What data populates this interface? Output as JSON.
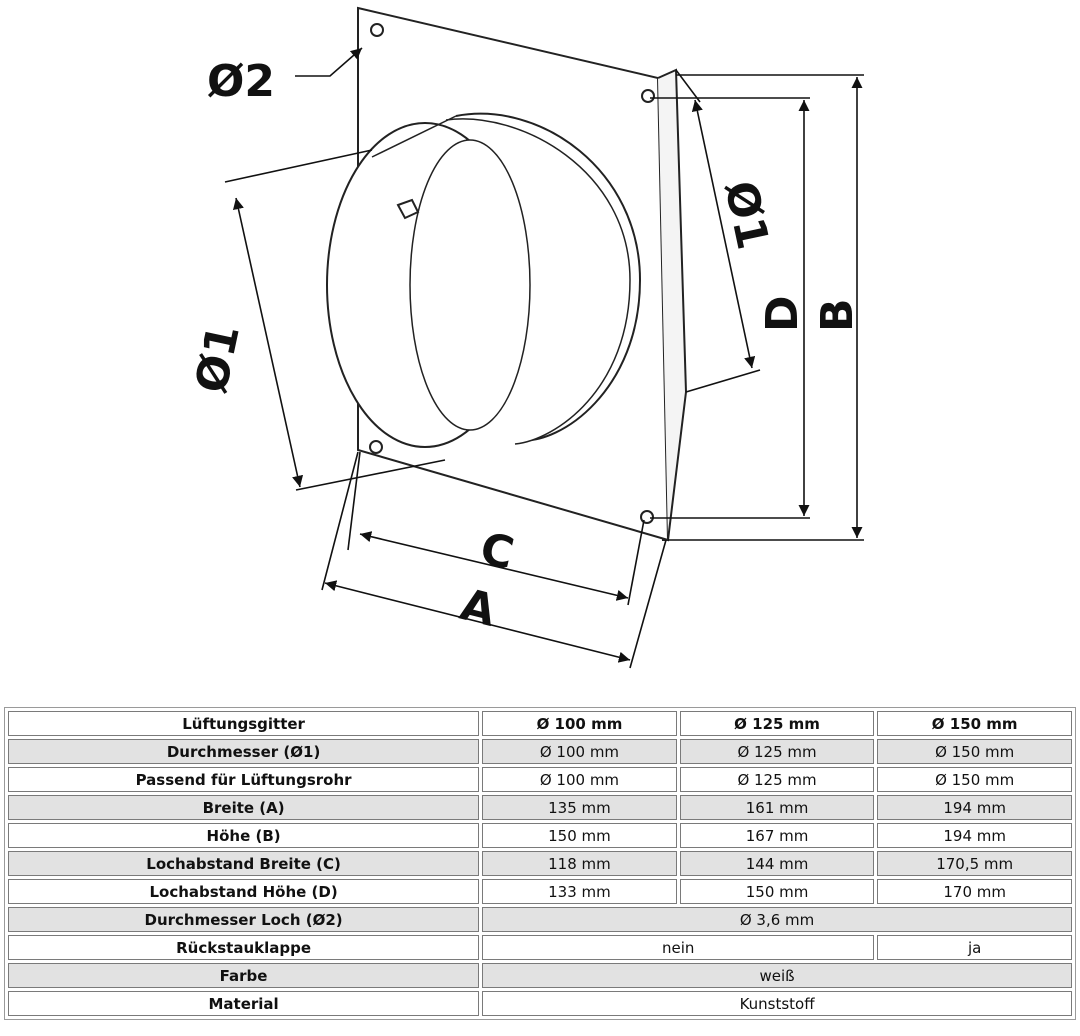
{
  "drawing": {
    "labels": {
      "d2": "Ø2",
      "d1_left": "Ø1",
      "d1_right": "Ø1",
      "a": "A",
      "b": "B",
      "c": "C",
      "d": "D"
    }
  },
  "table": {
    "header": {
      "label": "Lüftungsgitter",
      "cols": [
        "Ø 100 mm",
        "Ø 125 mm",
        "Ø 150 mm"
      ]
    },
    "rows": [
      {
        "label": "Durchmesser (Ø1)",
        "values": [
          "Ø 100 mm",
          "Ø 125 mm",
          "Ø 150 mm"
        ]
      },
      {
        "label": "Passend für Lüftungsrohr",
        "values": [
          "Ø 100 mm",
          "Ø 125 mm",
          "Ø 150 mm"
        ]
      },
      {
        "label": "Breite (A)",
        "values": [
          "135 mm",
          "161 mm",
          "194 mm"
        ]
      },
      {
        "label": "Höhe (B)",
        "values": [
          "150 mm",
          "167 mm",
          "194 mm"
        ]
      },
      {
        "label": "Lochabstand Breite (C)",
        "values": [
          "118 mm",
          "144 mm",
          "170,5 mm"
        ]
      },
      {
        "label": "Lochabstand Höhe (D)",
        "values": [
          "133 mm",
          "150 mm",
          "170 mm"
        ]
      },
      {
        "label": "Durchmesser Loch (Ø2)",
        "values": [
          "Ø 3,6 mm"
        ]
      },
      {
        "label": "Rückstauklappe",
        "values": [
          "nein",
          "ja"
        ]
      },
      {
        "label": "Farbe",
        "values": [
          "weiß"
        ]
      },
      {
        "label": "Material",
        "values": [
          "Kunststoff"
        ]
      }
    ]
  }
}
